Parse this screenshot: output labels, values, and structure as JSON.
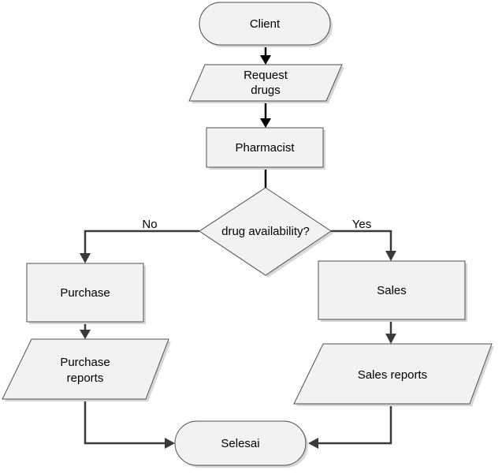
{
  "nodes": {
    "client": "Client",
    "request_drugs_line1": "Request",
    "request_drugs_line2": "drugs",
    "pharmacist": "Pharmacist",
    "decision": "drug availability?",
    "purchase": "Purchase",
    "purchase_reports_line1": "Purchase",
    "purchase_reports_line2": "reports",
    "sales": "Sales",
    "sales_reports": "Sales reports",
    "selesai": "Selesai"
  },
  "edges": {
    "no_label": "No",
    "yes_label": "Yes"
  }
}
